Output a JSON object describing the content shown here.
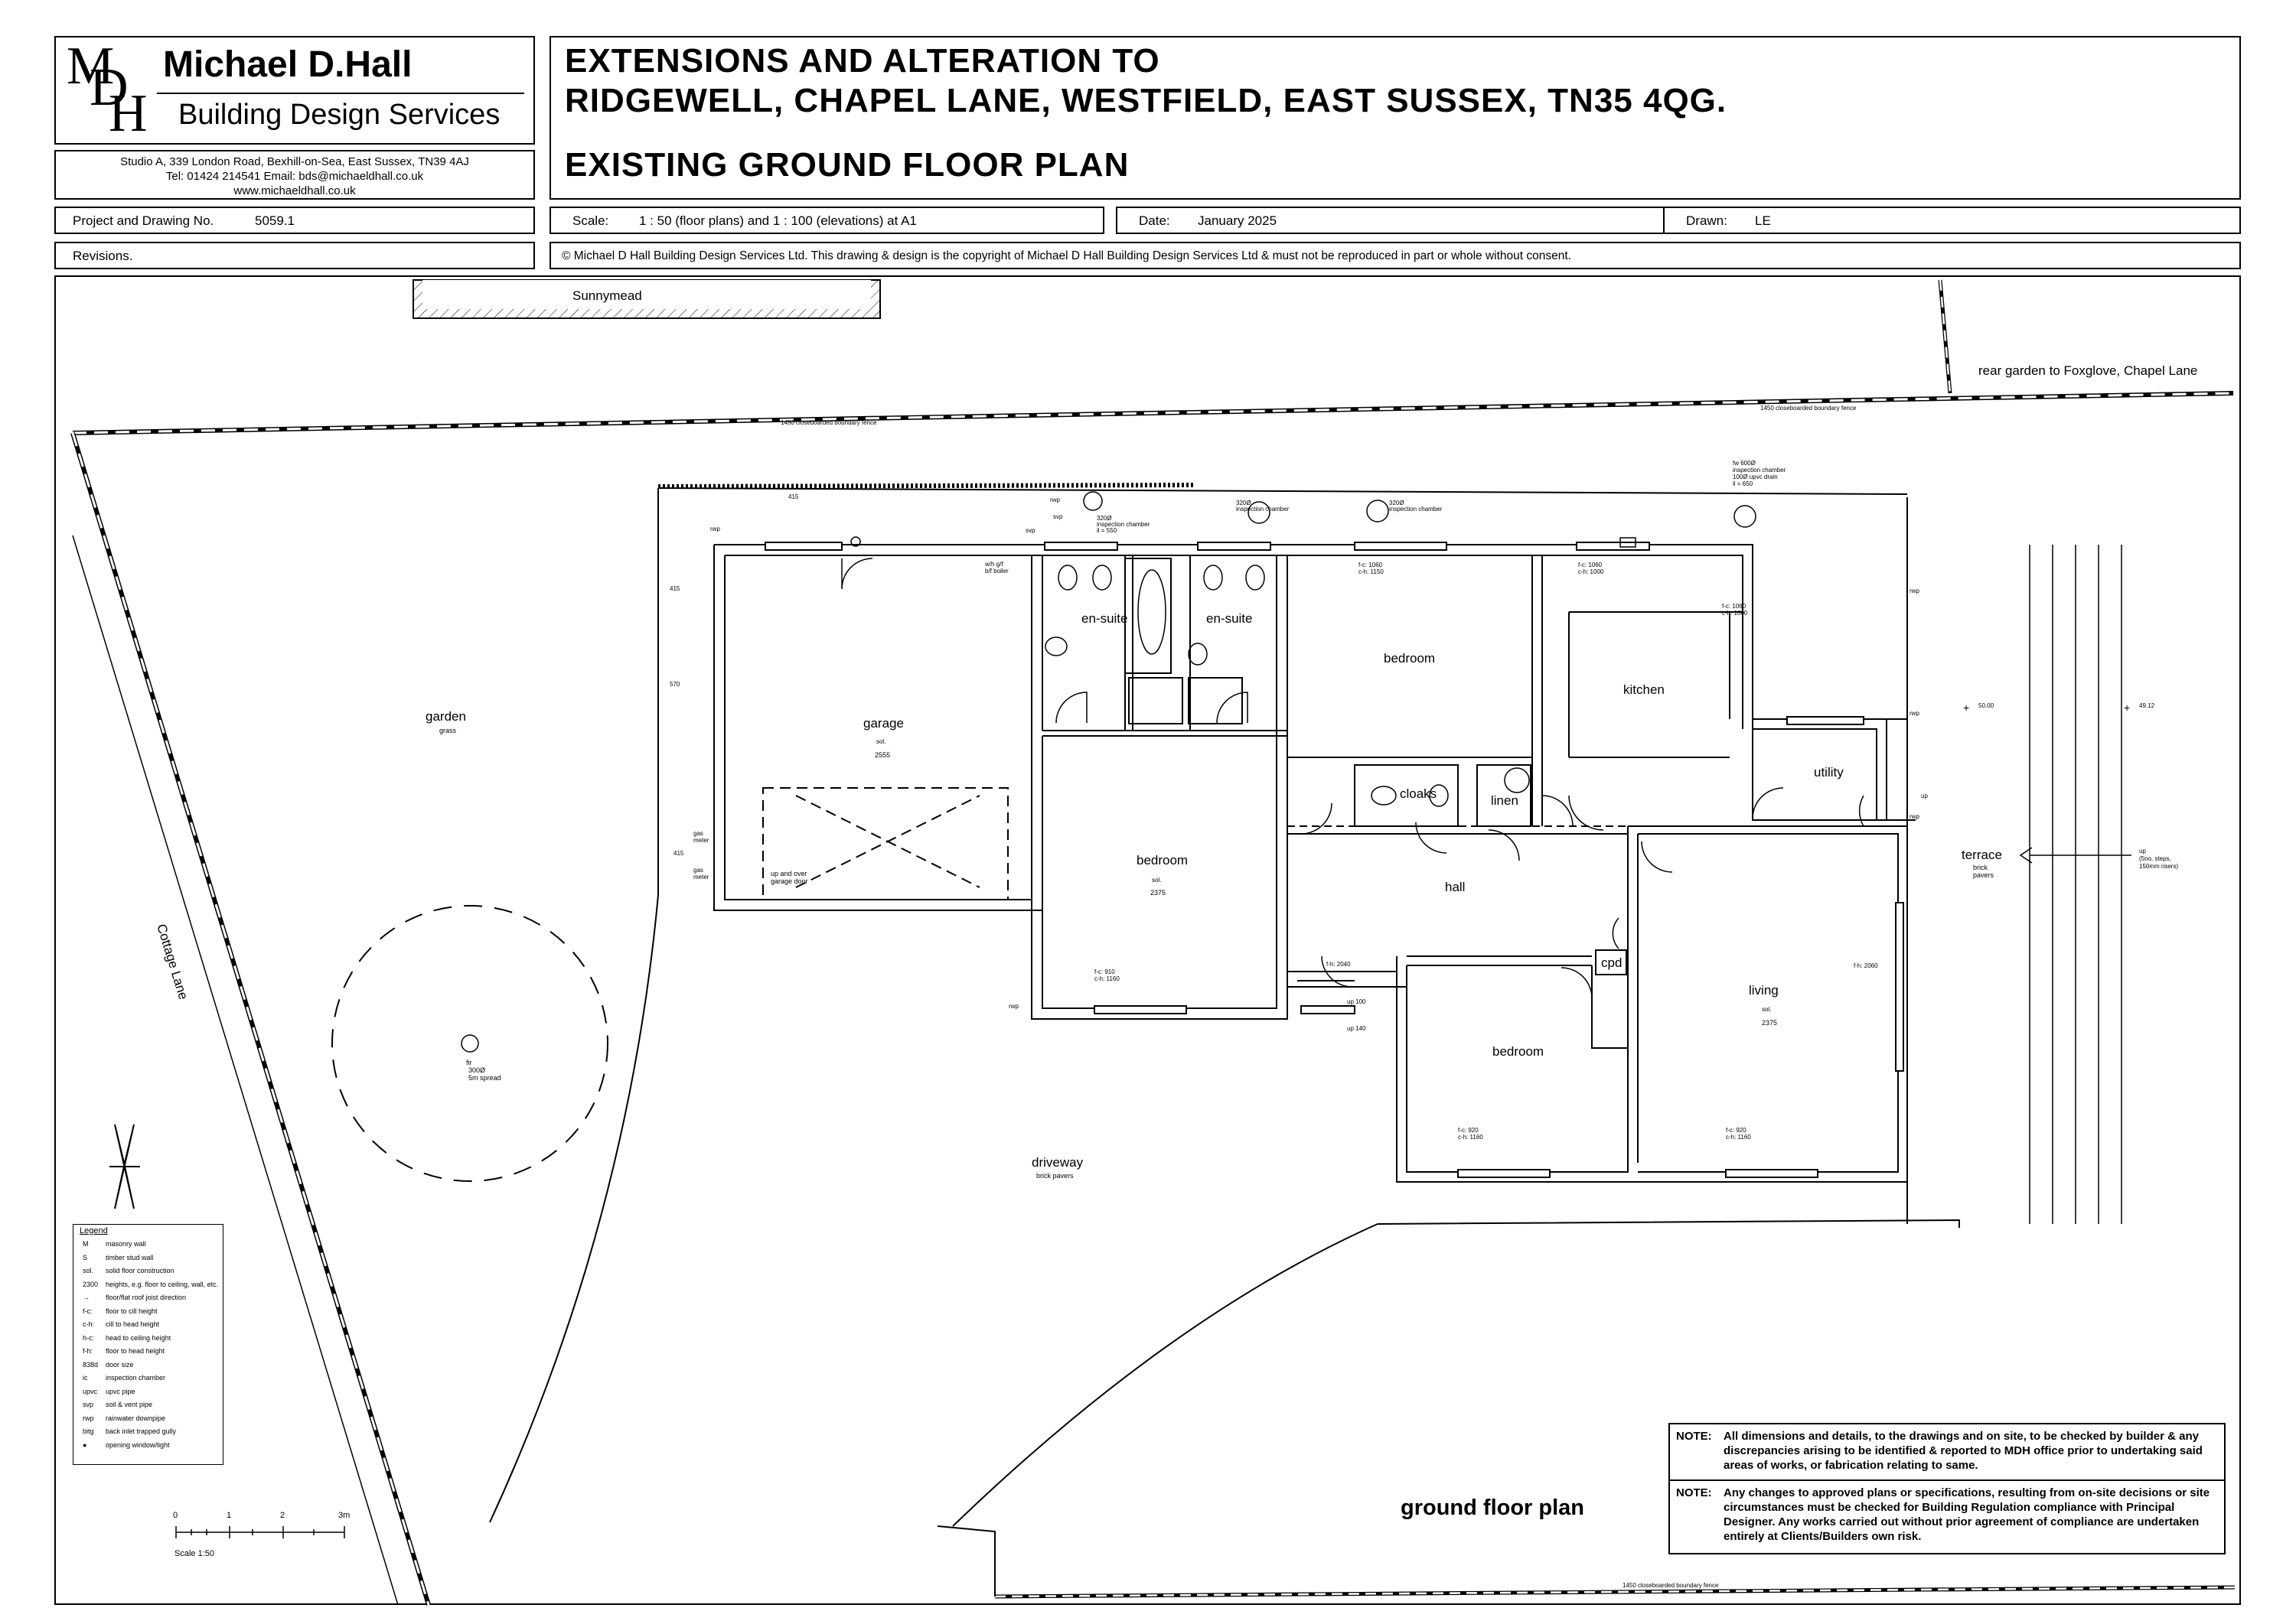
{
  "company": {
    "monogram": "MDH",
    "name": "Michael D.Hall",
    "subtitle": "Building Design Services",
    "address_line1": "Studio A,  339 London Road,  Bexhill-on-Sea,  East Sussex,  TN39 4AJ",
    "address_line2": "Tel: 01424 214541    Email: bds@michaeldhall.co.uk",
    "address_line3": "www.michaeldhall.co.uk"
  },
  "title": {
    "line1": "EXTENSIONS AND ALTERATION TO",
    "line2": "RIDGEWELL, CHAPEL LANE, WESTFIELD, EAST SUSSEX, TN35 4QG.",
    "line3": "EXISTING GROUND FLOOR PLAN"
  },
  "info": {
    "project_label": "Project and Drawing No.",
    "project_value": "5059.1",
    "scale_label": "Scale:",
    "scale_value": "1 : 50 (floor plans) and 1 : 100 (elevations) at A1",
    "date_label": "Date:",
    "date_value": "January 2025",
    "drawn_label": "Drawn:",
    "drawn_value": "LE",
    "revisions_label": "Revisions.",
    "copyright": "© Michael D Hall Building Design Services Ltd. This drawing & design is the copyright of Michael D Hall Building Design Services Ltd & must not be reproduced in part or whole without consent."
  },
  "plan": {
    "neighbour_top": "Sunnymead",
    "neighbour_right": "rear garden to Foxglove, Chapel Lane",
    "fence_label": "1450  closeboarded boundary fence",
    "road": "Cottage Lane",
    "garden": "garden",
    "garden_sub": "grass",
    "tree": "fir",
    "tree_sub1": "300Ø",
    "tree_sub2": "5m spread",
    "driveway": "driveway",
    "driveway_sub": "brick pavers",
    "terrace": "terrace",
    "terrace_sub1": "brick",
    "terrace_sub2": "pavers",
    "terrace_up": "up",
    "terrace_up2": "(5no. steps,",
    "terrace_up3": "150mm risers)",
    "title": "ground floor plan",
    "scale_caption": "Scale 1:50",
    "scale_ticks": [
      "0",
      "1",
      "2",
      "3m"
    ],
    "rooms": {
      "garage": "garage",
      "garage_door": "up and over",
      "garage_door2": "garage door",
      "ensuite1": "en-suite",
      "ensuite2": "en-suite",
      "bedroom1": "bedroom",
      "bedroom2": "bedroom",
      "bedroom3": "bedroom",
      "kitchen": "kitchen",
      "utility": "utility",
      "cloaks": "cloaks",
      "linen": "linen",
      "hall": "hall",
      "cpd": "cpd",
      "living": "living"
    },
    "heights": {
      "garage": "2555",
      "bedroom_mid": "2375",
      "living": "2375",
      "sol": "sol."
    },
    "annotations": {
      "ic1": "320Ø",
      "ic1_sub": "inspection chamber",
      "ic1_il": "il = 550",
      "ic2": "320Ø",
      "ic2_sub": "inspection chamber",
      "ic3": "320Ø",
      "ic3_sub": "inspection chamber",
      "ic4_a": "fw 600Ø",
      "ic4_b": "inspection chamber",
      "ic4_c": "100Ø upvc drain",
      "ic4_d": "il = 650",
      "boiler": "w/h g/f",
      "boiler2": "b/f boiler",
      "gas1": "gas",
      "gas1b": "meter",
      "level1": "50.00",
      "level2": "49.12",
      "dim415a": "415",
      "dim415b": "415",
      "dim570": "570",
      "dim415c": "415",
      "fc1": "f-c: 1060",
      "ch1": "c-h: 1150",
      "fc2": "f-c: 1060",
      "ch2": "c-h: 1000",
      "fc3": "f-c: 910",
      "ch3": "c-h: 1160",
      "fc4": "f-c: 920",
      "ch4": "c-h: 1160",
      "fc5": "f-c: 920",
      "ch5": "c-h: 1160",
      "fh1": "f-h: 2060",
      "fh2": "f-h: 2040",
      "up100": "up 100",
      "up140": "up 140",
      "rwp": "rwp",
      "svp": "svp",
      "up": "up"
    }
  },
  "legend": {
    "title": "Legend",
    "items": [
      {
        "key": "M",
        "label": "masonry wall"
      },
      {
        "key": "S",
        "label": "timber stud wall"
      },
      {
        "key": "sol.",
        "label": "solid floor construction"
      },
      {
        "key": "2300",
        "label": "heights, e.g. floor to ceiling, wall, etc."
      },
      {
        "key": "→",
        "label": "floor/flat roof joist direction"
      },
      {
        "key": "f-c:",
        "label": "floor to cill height"
      },
      {
        "key": "c-h:",
        "label": "cill to head height"
      },
      {
        "key": "h-c:",
        "label": "head to ceiling height"
      },
      {
        "key": "f-h:",
        "label": "floor to head height"
      },
      {
        "key": "838d",
        "label": "door size"
      },
      {
        "key": "ic",
        "label": "inspection chamber"
      },
      {
        "key": "upvc",
        "label": "upvc pipe"
      },
      {
        "key": "svp",
        "label": "soil & vent pipe"
      },
      {
        "key": "rwp",
        "label": "rainwater downpipe"
      },
      {
        "key": "bitg",
        "label": "back inlet trapped gully"
      },
      {
        "key": "●",
        "label": "opening window/light"
      }
    ]
  },
  "notes": [
    {
      "label": "NOTE:",
      "text": "All dimensions and details, to the drawings and on site, to be checked by builder & any discrepancies arising to be identified & reported to MDH office prior to undertaking said areas of works, or fabrication relating to same."
    },
    {
      "label": "NOTE:",
      "text": "Any changes to approved plans or specifications, resulting from on-site decisions or site circumstances must be checked for Building Regulation compliance with Principal Designer.  Any works carried out without prior agreement of compliance are undertaken entirely at Clients/Builders own risk."
    }
  ]
}
